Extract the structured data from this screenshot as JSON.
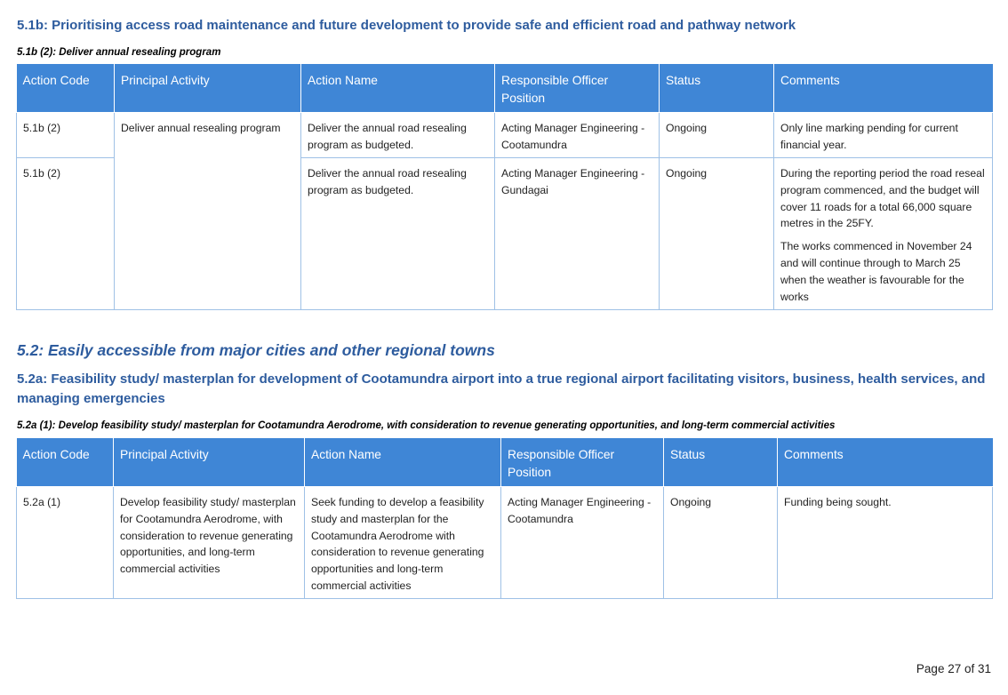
{
  "section_51b": {
    "heading": "5.1b: Prioritising access road maintenance and future development to provide safe and efficient road and pathway network",
    "subheading": "5.1b (2): Deliver annual resealing program",
    "columns": [
      "Action Code",
      "Principal Activity",
      "Action Name",
      "Responsible Officer Position",
      "Status",
      "Comments"
    ],
    "principal_activity": "Deliver annual resealing program",
    "rows": [
      {
        "code": "5.1b (2)",
        "action": "Deliver the annual road resealing program as budgeted.",
        "officer": "Acting Manager Engineering - Cootamundra",
        "status": "Ongoing",
        "comments": [
          "Only line marking pending for current financial year."
        ]
      },
      {
        "code": "5.1b (2)",
        "action": "Deliver the annual road resealing program as budgeted.",
        "officer": "Acting Manager Engineering - Gundagai",
        "status": "Ongoing",
        "comments": [
          "During the reporting period the road reseal program commenced, and the budget will cover 11 roads for a total 66,000 square metres in the 25FY.",
          "The works commenced in November 24 and will continue through to March 25 when the weather is favourable for the works"
        ]
      }
    ]
  },
  "section_52": {
    "heading": "5.2: Easily accessible from major cities and other regional towns"
  },
  "section_52a": {
    "heading": "5.2a: Feasibility study/ masterplan for development of Cootamundra airport into a true regional airport facilitating visitors, business, health services, and managing emergencies",
    "subheading": "5.2a (1): Develop feasibility study/ masterplan for Cootamundra Aerodrome, with consideration to revenue generating opportunities, and long-term commercial activities",
    "columns": [
      "Action Code",
      "Principal Activity",
      "Action Name",
      "Responsible Officer Position",
      "Status",
      "Comments"
    ],
    "rows": [
      {
        "code": "5.2a (1)",
        "activity": "Develop feasibility study/ masterplan for Cootamundra Aerodrome, with consideration to revenue generating opportunities, and long-term commercial activities",
        "action": "Seek funding to develop a feasibility study and masterplan for the Cootamundra Aerodrome with consideration to revenue generating opportunities and long-term commercial activities",
        "officer": "Acting Manager Engineering - Cootamundra",
        "status": "Ongoing",
        "comments": "Funding being sought."
      }
    ]
  },
  "footer": {
    "page": "Page 27 of 31"
  }
}
